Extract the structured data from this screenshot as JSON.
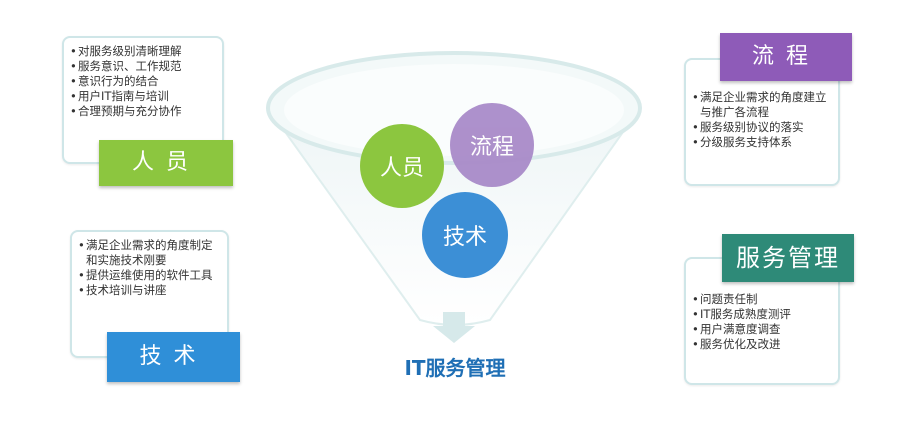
{
  "left_top": {
    "items": [
      "对服务级别清晰理解",
      "服务意识、工作规范",
      "意识行为的结合",
      "用户IT指南与培训",
      "合理预期与充分协作"
    ],
    "tag": "人员",
    "tag_color": "#8cc63f"
  },
  "left_bottom": {
    "items": [
      "满足企业需求的角度制定和实施技术刚要",
      "提供运维使用的软件工具",
      "技术培训与讲座"
    ],
    "tag": "技术",
    "tag_color": "#2f8fd8"
  },
  "right_top": {
    "tag": "流程",
    "tag_color": "#8e5bb8",
    "items": [
      "满足企业需求的角度建立与推广各流程",
      "服务级别协议的落实",
      "分级服务支持体系"
    ]
  },
  "right_bottom": {
    "tag": "服务管理",
    "tag_color": "#2e8a78",
    "items": [
      "问题责任制",
      "IT服务成熟度测评",
      "用户满意度调查",
      "服务优化及改进"
    ]
  },
  "funnel": {
    "circles": [
      {
        "label": "人员",
        "color": "#8cc63f"
      },
      {
        "label": "流程",
        "color": "#a98bc9"
      },
      {
        "label": "技术",
        "color": "#3c8fd6"
      }
    ],
    "bottom_label": "IT服务管理",
    "bottom_label_color": "#1f6fb5"
  }
}
